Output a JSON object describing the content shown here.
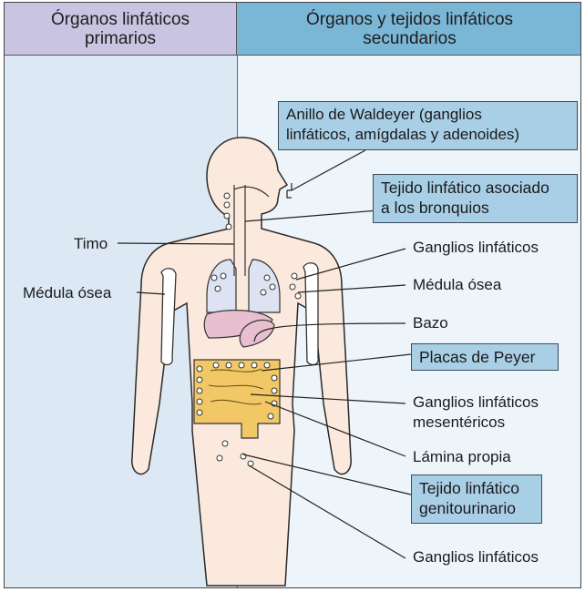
{
  "headers": {
    "primary": [
      "Órganos linfáticos",
      "primarios"
    ],
    "secondary": [
      "Órganos y tejidos linfáticos",
      "secundarios"
    ]
  },
  "labels_left": {
    "thymus": "Timo",
    "bone_marrow": "Médula ósea"
  },
  "labels_right": {
    "waldeyer": [
      "Anillo de Waldeyer (ganglios",
      "linfáticos, amígdalas y adenoides)"
    ],
    "balt": [
      "Tejido linfático asociado",
      "a los bronquios"
    ],
    "lymph_nodes_upper": "Ganglios linfáticos",
    "bone_marrow": "Médula ósea",
    "spleen": "Bazo",
    "peyer": "Placas de Peyer",
    "mesenteric": [
      "Ganglios linfáticos",
      "mesentéricos"
    ],
    "lamina_propria": "Lámina propia",
    "genitourinary": [
      "Tejido linfático",
      "genitourinario"
    ],
    "lymph_nodes_lower": "Ganglios linfáticos"
  },
  "colors": {
    "header_left": "#c9c4e1",
    "header_right": "#7ab6d6",
    "panel_left": "#dce9f4",
    "panel_right": "#eef5fa",
    "label_box": "#a9cfe6",
    "body_skin": "#fbe9dd",
    "lungs": "#dde3f3",
    "liver_spleen": "#e7bfcf",
    "intestine": "#f2c867"
  }
}
